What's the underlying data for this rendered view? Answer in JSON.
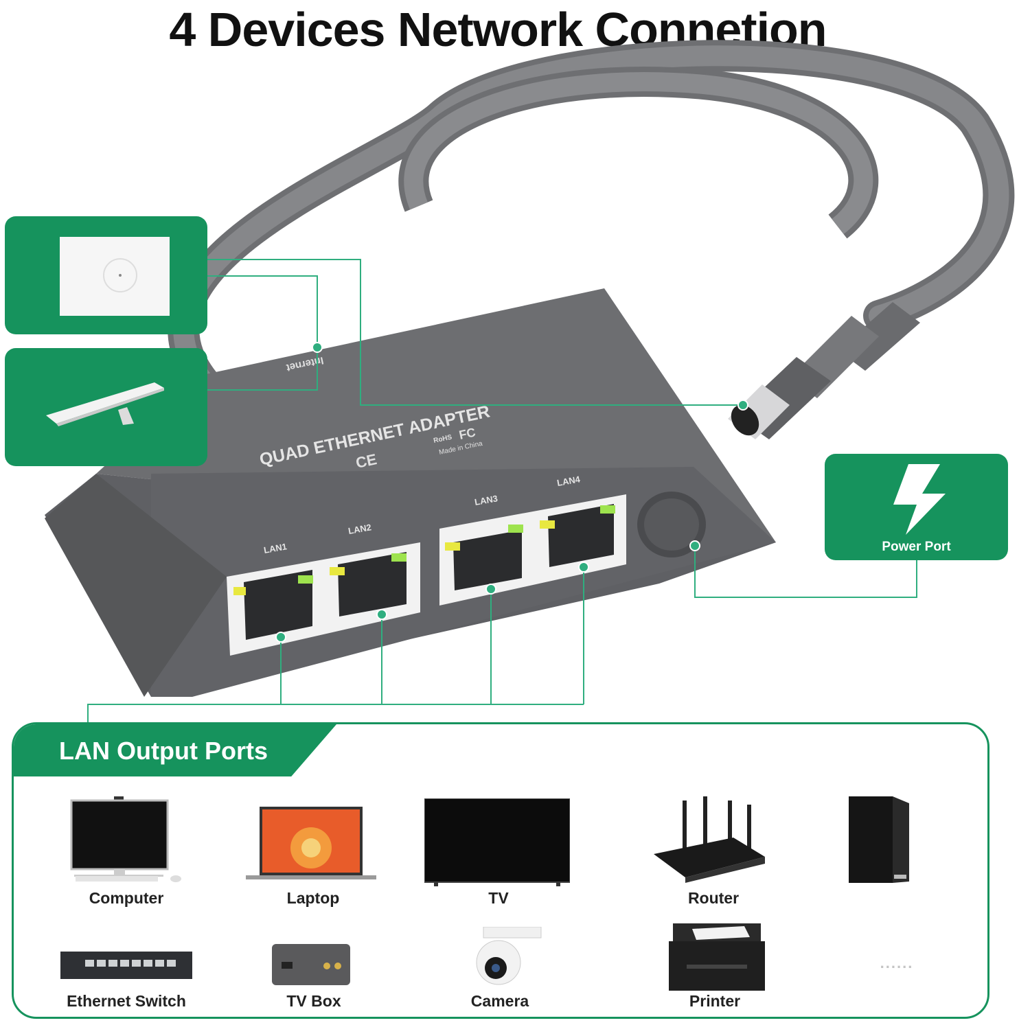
{
  "title": "4 Devices Network Connetion",
  "adapter": {
    "name": "QUAD ETHERNET ADAPTER",
    "internet_label": "Internet",
    "marks": "CE",
    "origin": "Made in China",
    "rohs": "RoHS",
    "fc": "FC",
    "ports": [
      "LAN1",
      "LAN2",
      "LAN3",
      "LAN4"
    ]
  },
  "power_card": {
    "label": "Power Port",
    "icon": "lightning-icon"
  },
  "lan_section": {
    "heading": "LAN Output Ports",
    "devices": [
      {
        "label": "Computer",
        "icon": "computer-icon"
      },
      {
        "label": "Laptop",
        "icon": "laptop-icon"
      },
      {
        "label": "TV",
        "icon": "tv-icon"
      },
      {
        "label": "Router",
        "icon": "router-icon"
      },
      {
        "label": "",
        "icon": "console-icon"
      },
      {
        "label": "Ethernet Switch",
        "icon": "switch-icon"
      },
      {
        "label": "TV Box",
        "icon": "tv-box-icon"
      },
      {
        "label": "Camera",
        "icon": "camera-icon"
      },
      {
        "label": "Printer",
        "icon": "printer-icon"
      },
      {
        "label": "......",
        "icon": "more-icon"
      }
    ]
  },
  "colors": {
    "accent": "#16935d",
    "device_gray": "#6b6d70",
    "cable_gray": "#7a7b7e"
  }
}
